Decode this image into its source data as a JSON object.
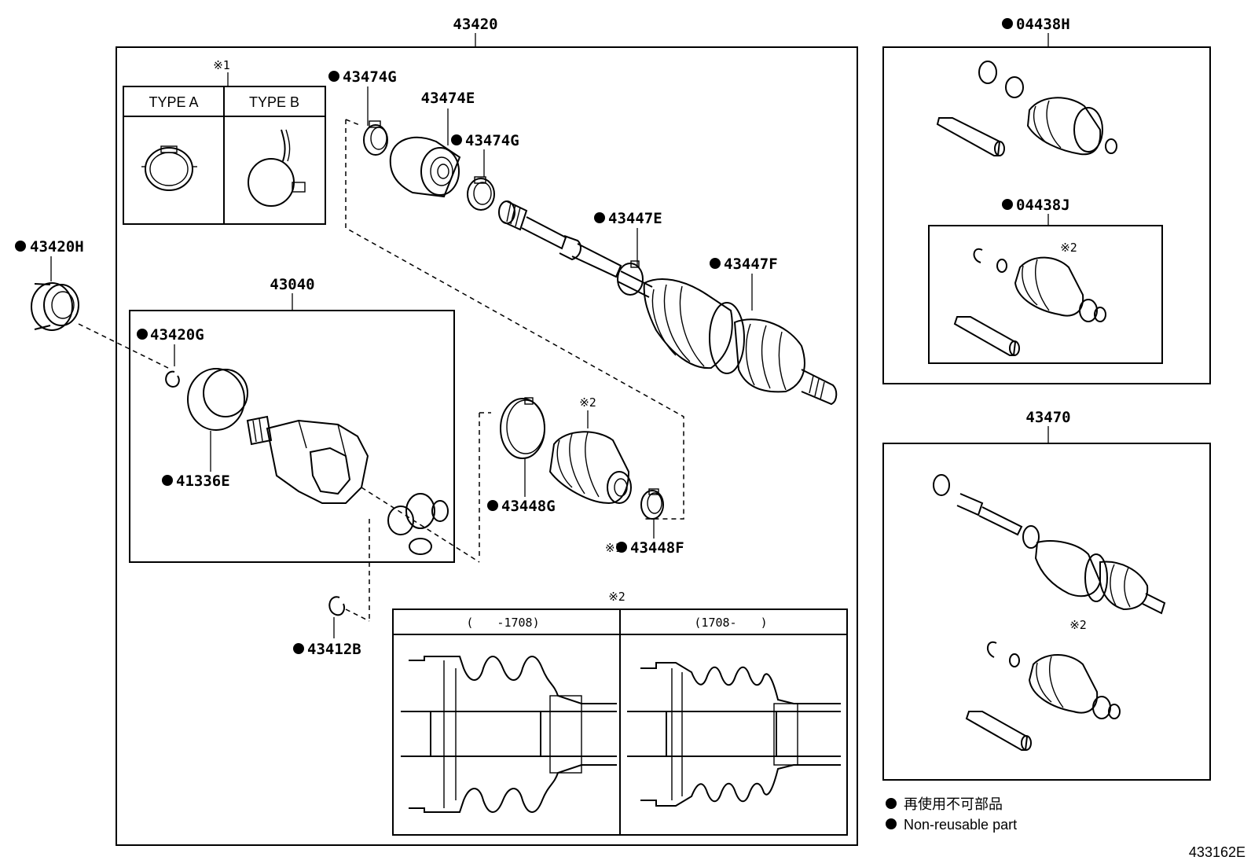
{
  "assembly": {
    "part_no": "43420"
  },
  "inner_joint_assembly": {
    "part_no": "43040"
  },
  "boot_kit_outer": {
    "part_no": "04438H"
  },
  "boot_kit_inner": {
    "part_no": "04438J"
  },
  "shaft_assembly": {
    "part_no": "43470"
  },
  "parts": {
    "p43420H": "43420H",
    "p43420G": "43420G",
    "p41336E": "41336E",
    "p43474G_a": "43474G",
    "p43474E": "43474E",
    "p43474G_b": "43474G",
    "p43447E": "43447E",
    "p43447F": "43447F",
    "p43448G": "43448G",
    "p43448F": "43448F",
    "p43412B": "43412B"
  },
  "notes": {
    "ref1": "※1",
    "ref2": "※2",
    "type_a": "TYPE A",
    "type_b": "TYPE B",
    "range_before": "(　　-1708)",
    "range_after": "(1708-　　)"
  },
  "legend": {
    "jp": "再使用不可部品",
    "en": "Non-reusable part"
  },
  "diagram_id": "433162E"
}
